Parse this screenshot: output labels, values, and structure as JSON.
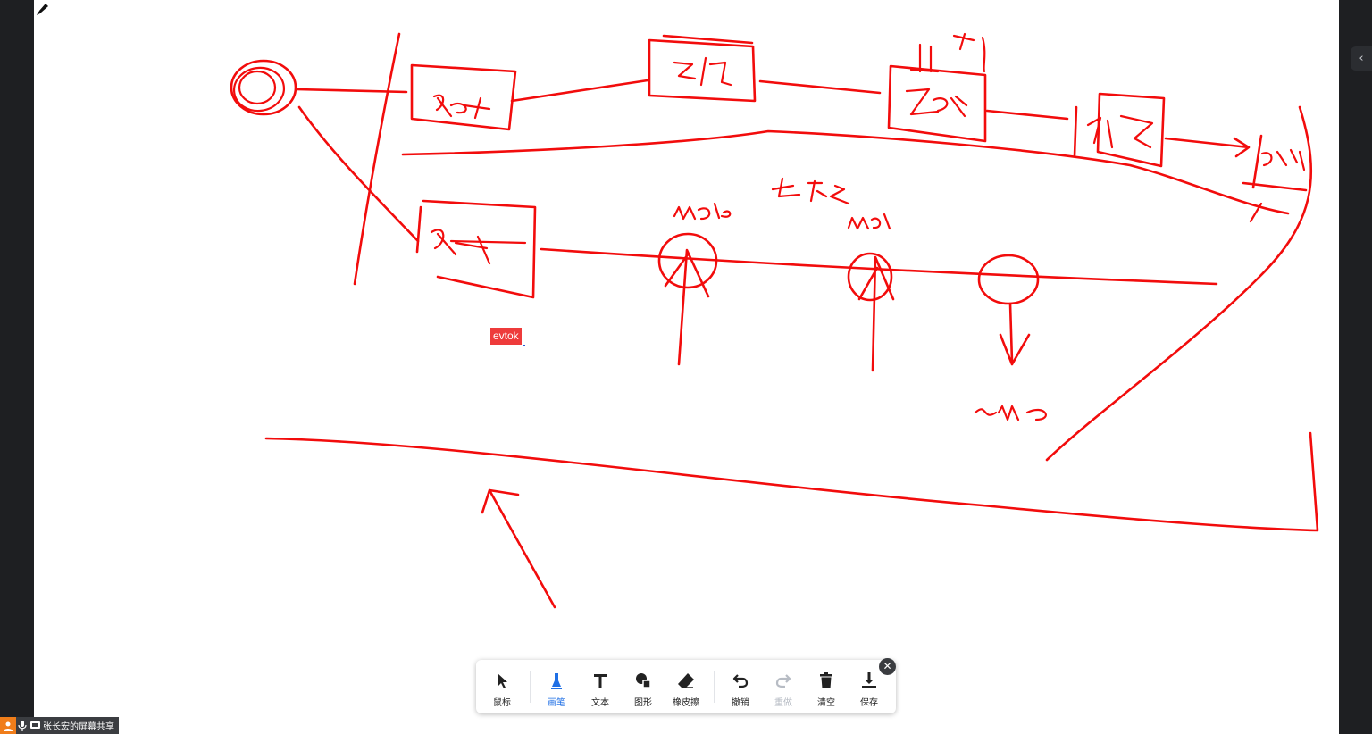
{
  "canvas": {
    "background": "#ffffff",
    "ink_color": "#f20c0c",
    "annotation_label": "evtok",
    "annotation_color": "#ee3b3b",
    "handwriting": [
      "Start",
      "引入",
      "Zcst",
      "kay",
      "下一步",
      "push",
      "Start",
      "node",
      "上下文",
      "node",
      "sme"
    ]
  },
  "right_panel": {
    "collapse_icon": "chevron-left-icon"
  },
  "toolbar": {
    "tools": [
      {
        "id": "mouse",
        "label": "鼠标",
        "icon": "cursor-arrow-icon",
        "state": "normal"
      },
      {
        "id": "pen",
        "label": "画笔",
        "icon": "pen-icon",
        "state": "active"
      },
      {
        "id": "text",
        "label": "文本",
        "icon": "text-icon",
        "state": "normal"
      },
      {
        "id": "shape",
        "label": "图形",
        "icon": "shape-icon",
        "state": "normal"
      },
      {
        "id": "eraser",
        "label": "橡皮擦",
        "icon": "eraser-icon",
        "state": "normal"
      },
      {
        "id": "undo",
        "label": "撤销",
        "icon": "undo-icon",
        "state": "normal"
      },
      {
        "id": "redo",
        "label": "重做",
        "icon": "redo-icon",
        "state": "disabled"
      },
      {
        "id": "clear",
        "label": "清空",
        "icon": "trash-icon",
        "state": "normal"
      },
      {
        "id": "save",
        "label": "保存",
        "icon": "download-icon",
        "state": "normal"
      }
    ],
    "active_color": "#1f6fe5",
    "close_icon": "close-icon"
  },
  "share_badge": {
    "text": "张长宏的屏幕共享",
    "avatar_color": "#f07d1a",
    "icons": [
      "avatar-icon",
      "microphone-icon",
      "screen-share-icon"
    ]
  }
}
